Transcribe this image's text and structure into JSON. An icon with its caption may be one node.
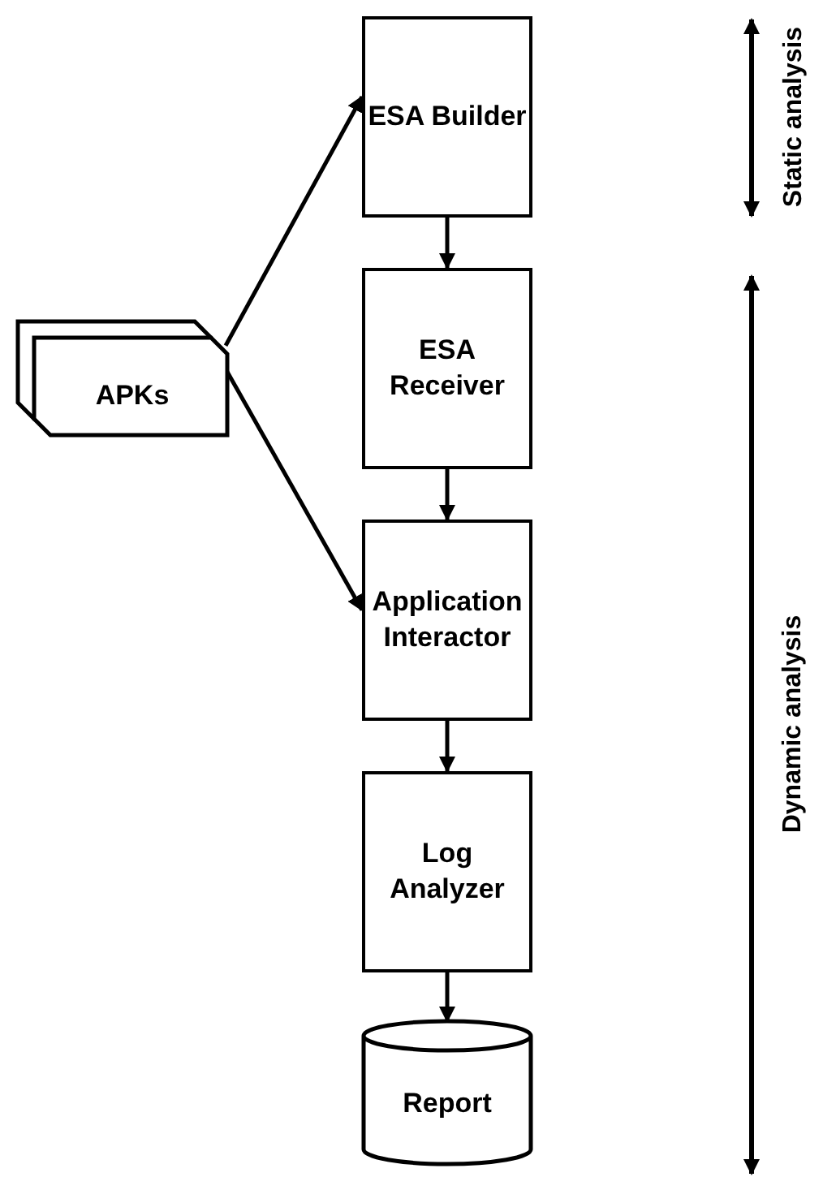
{
  "diagram": {
    "nodes": [
      {
        "text": [
          "APKs"
        ]
      },
      {
        "text": [
          "ESA Builder"
        ]
      },
      {
        "text": [
          "ESA Receiver"
        ]
      },
      {
        "text": [
          "Application Interactor"
        ]
      },
      {
        "text": [
          "Log Analyzer"
        ]
      },
      {
        "text": [
          "Report"
        ]
      }
    ],
    "edges": [
      {
        "from": 0,
        "to": 1,
        "arrow": "to"
      },
      {
        "from": 0,
        "to": 3,
        "arrow": "to"
      },
      {
        "from": 1,
        "to": 2,
        "arrow": "to"
      },
      {
        "from": 2,
        "to": 3,
        "arrow": "to"
      },
      {
        "from": 3,
        "to": 4,
        "arrow": "to"
      },
      {
        "from": 4,
        "to": 5,
        "arrow": "to"
      }
    ],
    "labels": [
      "Static analysis",
      "Dynamic analysis"
    ]
  }
}
